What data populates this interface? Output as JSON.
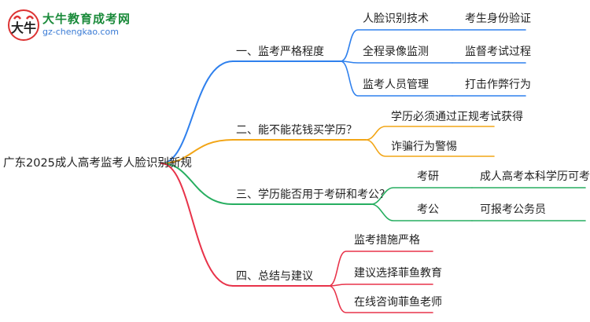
{
  "logo": {
    "title": "大牛教育成考网",
    "url": "gz-chengkao.com",
    "icon": "bull-logo-icon"
  },
  "mindmap": {
    "root": "广东2025成人高考监考人脸识别新规",
    "branches": [
      {
        "label": "一、监考严格程度",
        "color": "#2f80ed",
        "children": [
          {
            "label": "人脸识别技术",
            "leaf": "考生身份验证"
          },
          {
            "label": "全程录像监测",
            "leaf": "监督考试过程"
          },
          {
            "label": "监考人员管理",
            "leaf": "打击作弊行为"
          }
        ]
      },
      {
        "label": "二、能不能花钱买学历？",
        "color": "#f2a516",
        "children": [
          {
            "label": "学历必须通过正规考试获得"
          },
          {
            "label": "诈骗行为警惕"
          }
        ]
      },
      {
        "label": "三、学历能否用于考研和考公？",
        "color": "#27ae60",
        "children": [
          {
            "label": "考研",
            "leaf": "成人高考本科学历可考研"
          },
          {
            "label": "考公",
            "leaf": "可报考公务员"
          }
        ]
      },
      {
        "label": "四、总结与建议",
        "color": "#e8334a",
        "children": [
          {
            "label": "监考措施严格"
          },
          {
            "label": "建议选择菲鱼教育"
          },
          {
            "label": "在线咨询菲鱼老师"
          }
        ]
      }
    ]
  }
}
